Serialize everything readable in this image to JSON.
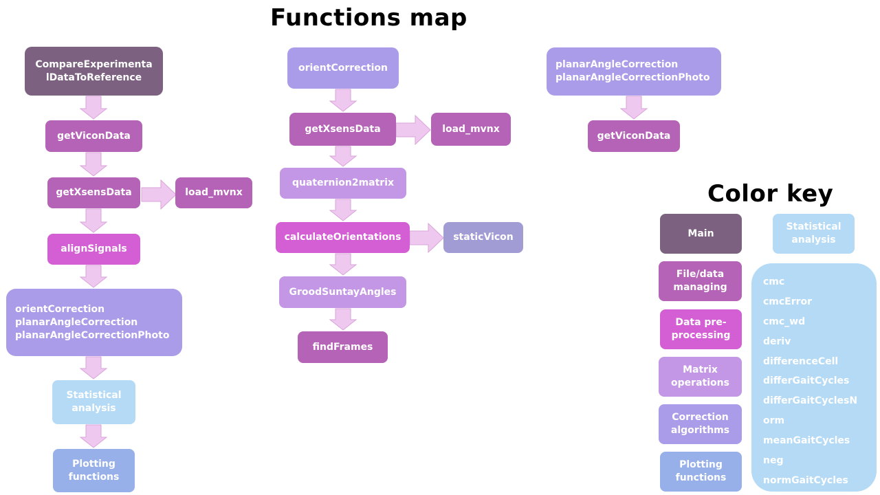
{
  "titles": {
    "functions_map": "Functions map",
    "color_key": "Color key"
  },
  "colors": {
    "main": "#7c6180",
    "file_data": "#b563b6",
    "preprocessing": "#d45fd4",
    "matrix": "#c397e5",
    "correction": "#aa9ce8",
    "statistical": "#b4daf6",
    "plotting": "#97b0e9",
    "arrow_fill": "#efc8ef",
    "arrow_stroke": "#d9a3d9"
  },
  "flow_left": {
    "main": "CompareExperimenta\nlDataToReference",
    "get_vicon": "getViconData",
    "get_xsens": "getXsensData",
    "load_mvnx": "load_mvnx",
    "align": "alignSignals",
    "corrections": "orientCorrection\nplanarAngleCorrection\nplanarAngleCorrectionPhoto",
    "statistical": "Statistical\nanalysis",
    "plotting": "Plotting\nfunctions"
  },
  "flow_middle": {
    "orient": "orientCorrection",
    "get_xsens": "getXsensData",
    "load_mvnx": "load_mvnx",
    "quaternion": "quaternion2matrix",
    "calc_orient": "calculateOrientations",
    "static_vicon": "staticVicon",
    "grood": "GroodSuntayAngles",
    "find_frames": "findFrames"
  },
  "flow_right": {
    "planar": "planarAngleCorrection\nplanarAngleCorrectionPhoto",
    "get_vicon": "getViconData"
  },
  "key": {
    "main": "Main",
    "file_data": "File/data\nmanaging",
    "preprocessing": "Data pre-\nprocessing",
    "matrix": "Matrix\noperations",
    "correction": "Correction\nalgorithms",
    "plotting": "Plotting\nfunctions",
    "statistical": "Statistical\nanalysis",
    "statistical_functions": [
      "cmc",
      "cmcError",
      "cmc_wd",
      "deriv",
      "differenceCell",
      "differGaitCycles",
      "differGaitCyclesN",
      "orm",
      "meanGaitCycles",
      "neg",
      "normGaitCycles"
    ]
  }
}
